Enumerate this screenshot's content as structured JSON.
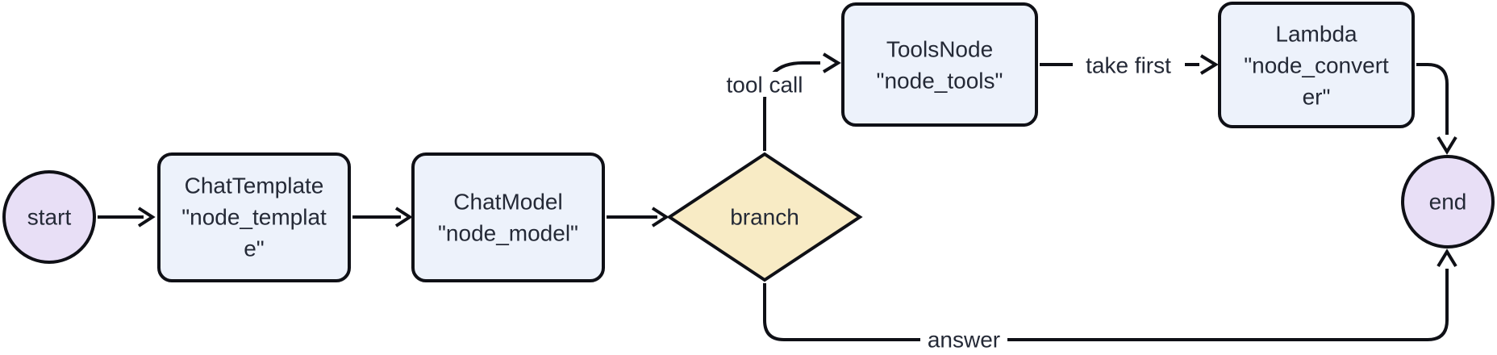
{
  "diagram": {
    "type": "flowchart",
    "direction": "left-to-right",
    "colors": {
      "background": "#ffffff",
      "node_fill": "#edf2fb",
      "terminal_fill": "#e8dff6",
      "decision_fill": "#f8ebc5",
      "stroke": "#0f1016",
      "text": "#242936",
      "label_bg": "#ffffff"
    },
    "nodes": {
      "start": {
        "shape": "circle",
        "label": "start"
      },
      "chat_template": {
        "shape": "rounded-rect",
        "lines": [
          "ChatTemplate",
          "\"node_templat",
          "e\""
        ],
        "full_label": "ChatTemplate \"node_template\""
      },
      "chat_model": {
        "shape": "rounded-rect",
        "lines": [
          "ChatModel",
          "\"node_model\""
        ],
        "full_label": "ChatModel \"node_model\""
      },
      "branch": {
        "shape": "diamond",
        "label": "branch"
      },
      "tools": {
        "shape": "rounded-rect",
        "lines": [
          "ToolsNode",
          "\"node_tools\""
        ],
        "full_label": "ToolsNode \"node_tools\""
      },
      "converter": {
        "shape": "rounded-rect",
        "lines": [
          "Lambda",
          "\"node_convert",
          "er\""
        ],
        "full_label": "Lambda \"node_converter\""
      },
      "end": {
        "shape": "circle",
        "label": "end"
      }
    },
    "edges": [
      {
        "from": "start",
        "to": "chat_template",
        "label": ""
      },
      {
        "from": "chat_template",
        "to": "chat_model",
        "label": ""
      },
      {
        "from": "chat_model",
        "to": "branch",
        "label": ""
      },
      {
        "from": "branch",
        "to": "tools",
        "label": "tool call"
      },
      {
        "from": "tools",
        "to": "converter",
        "label": "take first"
      },
      {
        "from": "converter",
        "to": "end",
        "label": ""
      },
      {
        "from": "branch",
        "to": "end",
        "label": "answer"
      }
    ]
  }
}
